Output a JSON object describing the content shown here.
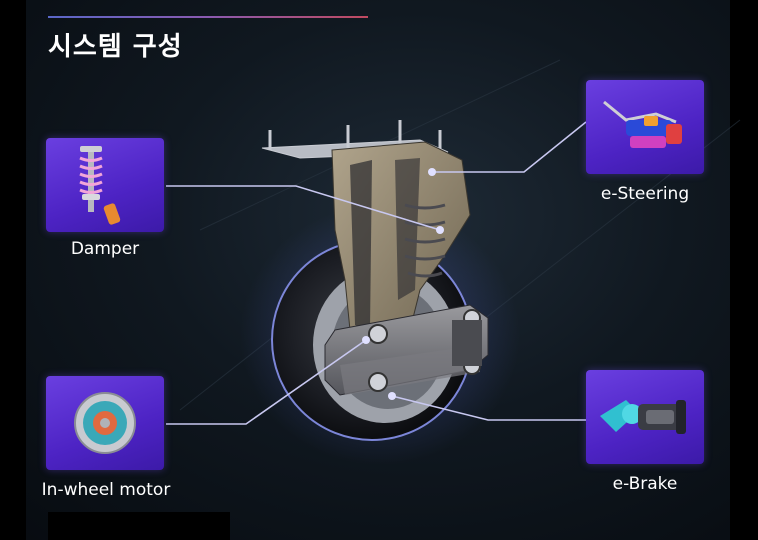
{
  "title": "시스템 구성",
  "components": {
    "damper": {
      "label": "Damper"
    },
    "steering": {
      "label": "e-Steering"
    },
    "motor": {
      "label": "In-wheel motor"
    },
    "brake": {
      "label": "e-Brake"
    }
  },
  "colors": {
    "card": "#5530d0",
    "connector": "#c8c8f0"
  }
}
